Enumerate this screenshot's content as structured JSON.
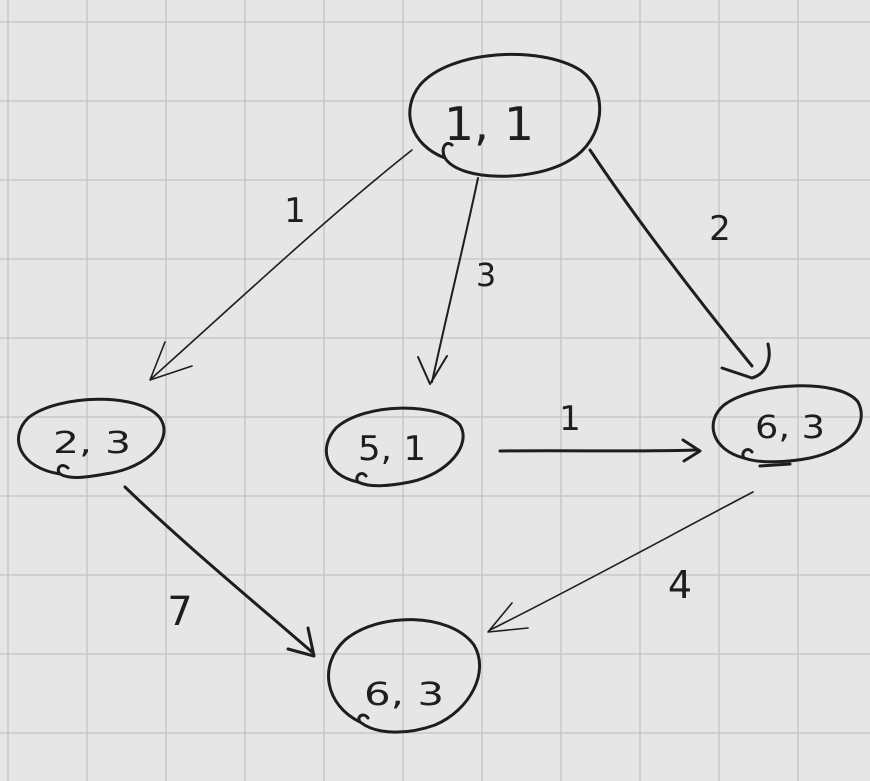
{
  "diagram": {
    "nodes": [
      {
        "id": "n11",
        "label": "1, 1"
      },
      {
        "id": "n23",
        "label": "2, 3"
      },
      {
        "id": "n51",
        "label": "5, 1"
      },
      {
        "id": "n63a",
        "label": "6, 3"
      },
      {
        "id": "n63b",
        "label": "6, 3"
      }
    ],
    "edges": [
      {
        "from": "n11",
        "to": "n23",
        "weight": "1"
      },
      {
        "from": "n11",
        "to": "n51",
        "weight": "3"
      },
      {
        "from": "n11",
        "to": "n63a",
        "weight": "2"
      },
      {
        "from": "n51",
        "to": "n63a",
        "weight": "1"
      },
      {
        "from": "n23",
        "to": "n63b",
        "weight": "7"
      },
      {
        "from": "n63a",
        "to": "n63b",
        "weight": "4"
      }
    ]
  },
  "colors": {
    "background": "#e6e6e6",
    "grid": "#c3c3c3",
    "ink": "#1e1e1e"
  }
}
